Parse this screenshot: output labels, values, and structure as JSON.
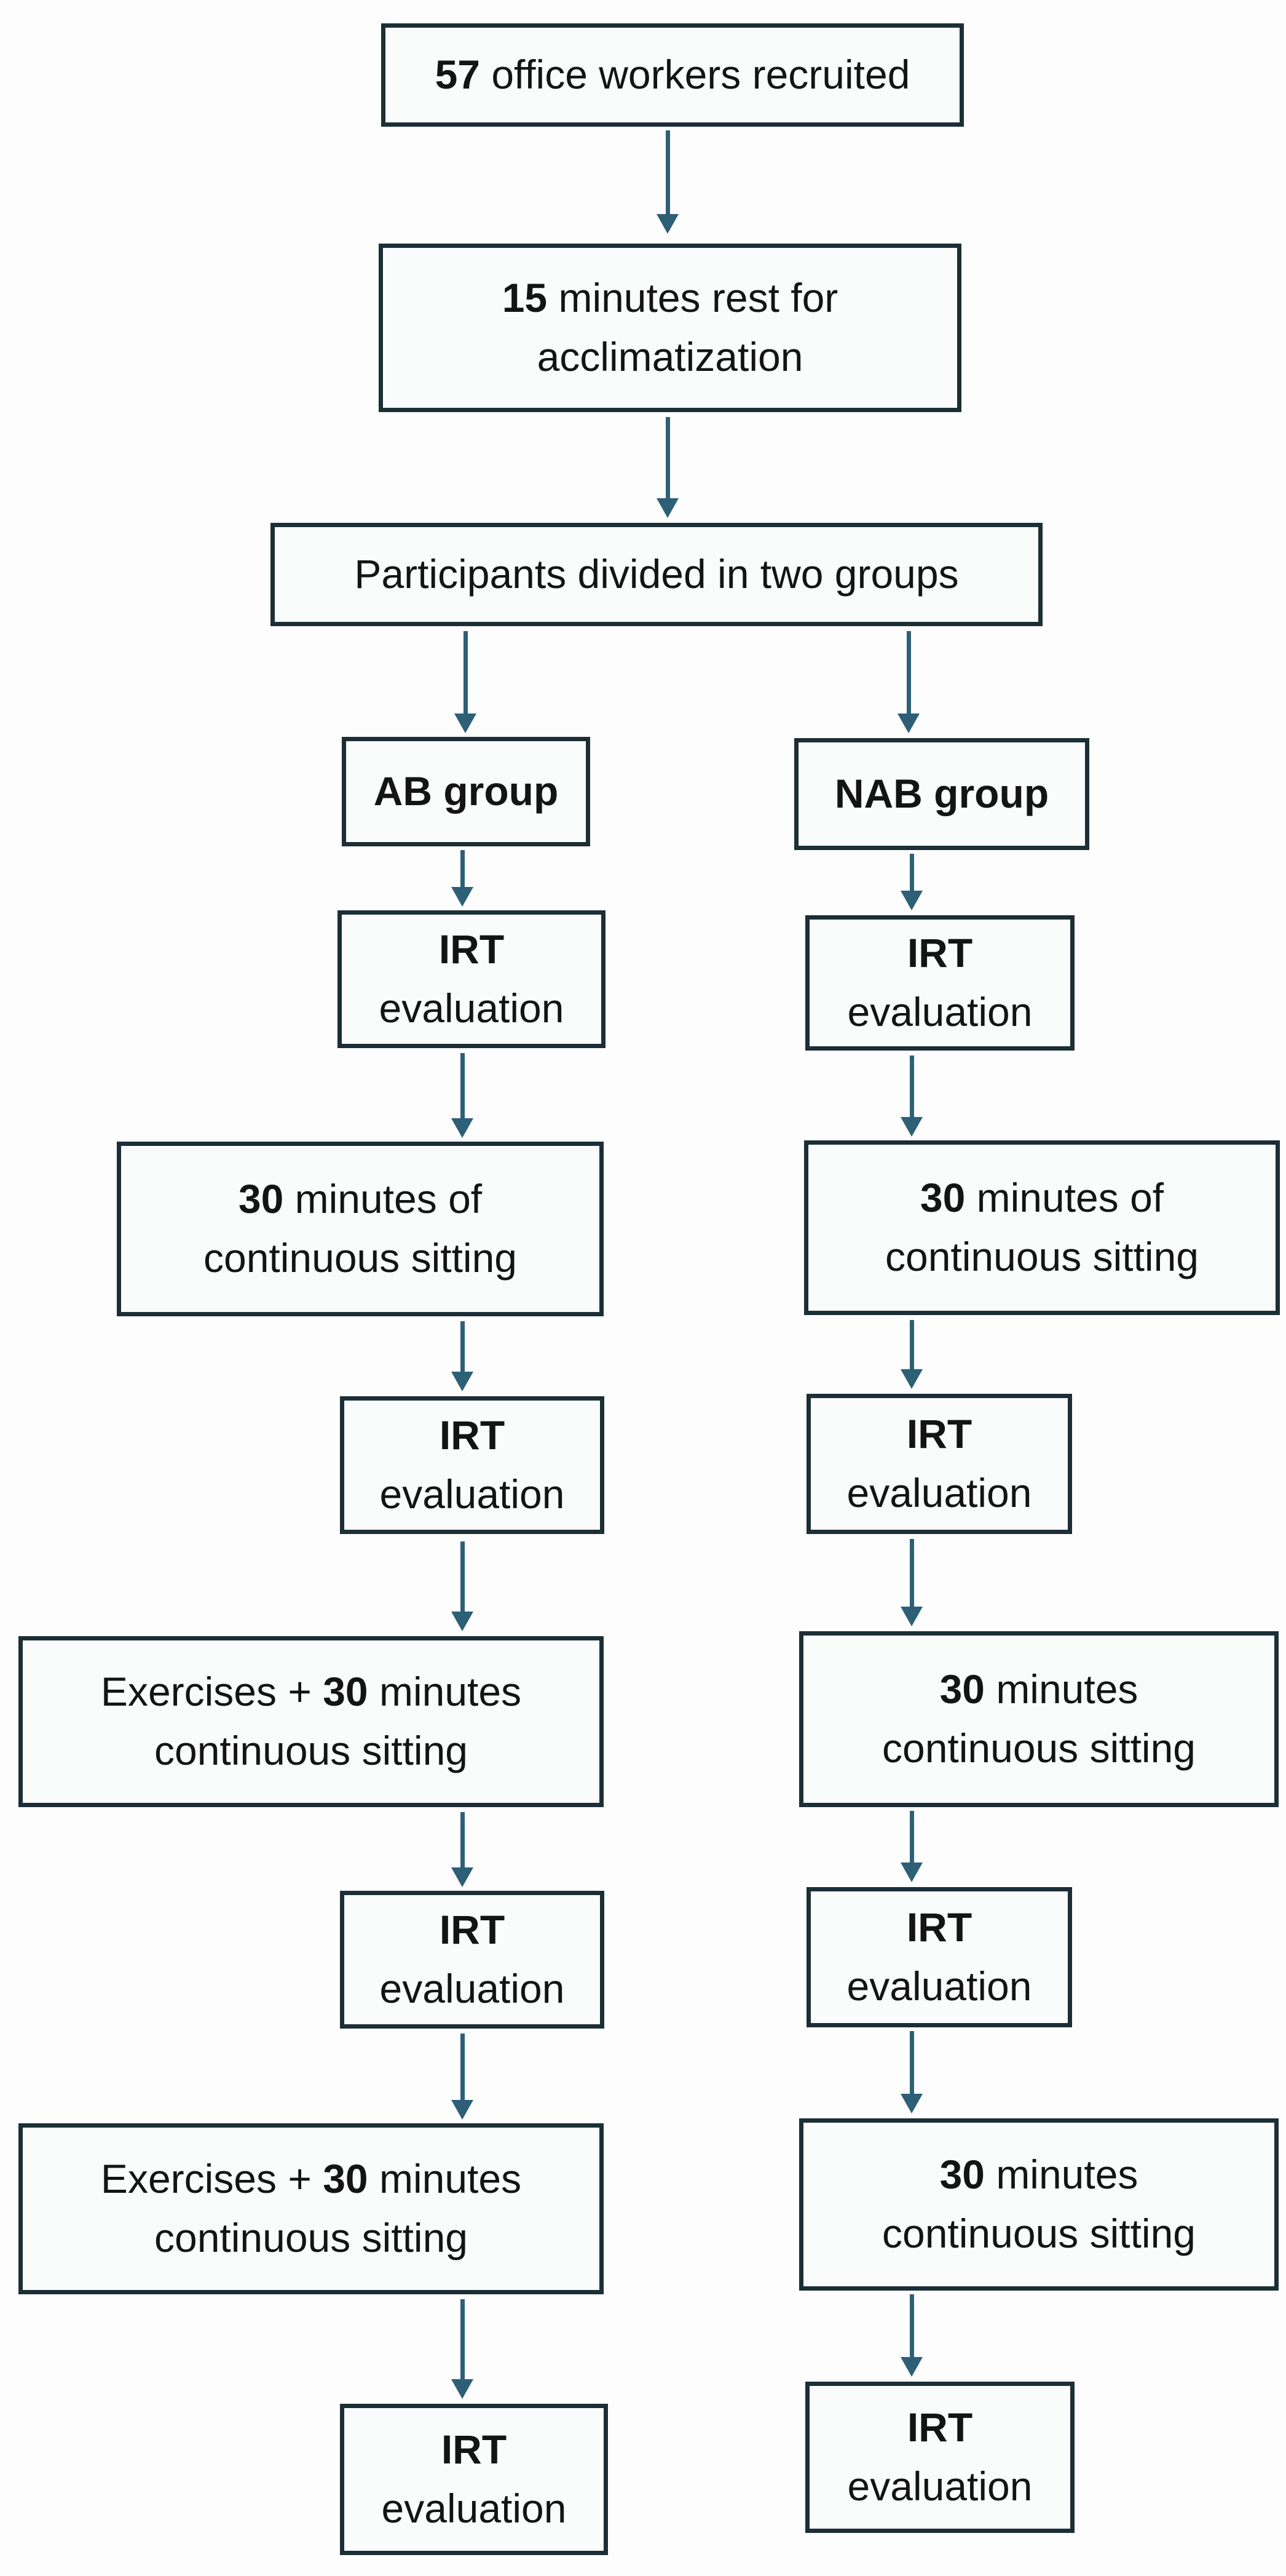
{
  "diagram": {
    "title_box": {
      "count": "57",
      "text": " office workers recruited"
    },
    "rest_box": {
      "count": "15",
      "text": " minutes rest for",
      "line2": "acclimatization"
    },
    "divide_box": {
      "text": "Participants divided in two groups"
    },
    "ab_group": {
      "label": "AB group"
    },
    "nab_group": {
      "label": "NAB group"
    },
    "irt_box": {
      "line1": "IRT",
      "line2": "evaluation"
    },
    "sitting_of_box": {
      "count": "30",
      "text": " minutes of",
      "line2": "continuous sitting"
    },
    "sitting_box": {
      "count": "30",
      "text": " minutes",
      "line2": "continuous sitting"
    },
    "exercises_box": {
      "prefix": "Exercises + ",
      "count": "30",
      "text": " minutes",
      "line2": "continuous sitting"
    },
    "colors": {
      "border": "#1c2e36",
      "fill": "#fafcfc",
      "arrow": "#2d6076",
      "text": "#141414",
      "background": "#fdfdfd"
    }
  }
}
